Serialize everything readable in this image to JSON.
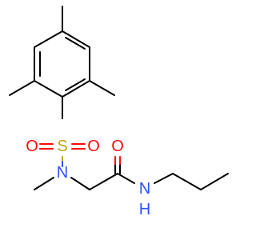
{
  "molecule": {
    "atoms": {
      "sulfur": "S",
      "sulfonyl_oxygen_left": "O",
      "sulfonyl_oxygen_right": "O",
      "sulfonamide_nitrogen": "N",
      "carbonyl_oxygen": "O",
      "amide_nitrogen": "N",
      "amide_hydrogen": "H"
    },
    "colors": {
      "carbon_bonds": "#000000",
      "oxygen": "#ff0d0d",
      "sulfur": "#c6a21b",
      "nitrogen": "#3050f8"
    }
  }
}
